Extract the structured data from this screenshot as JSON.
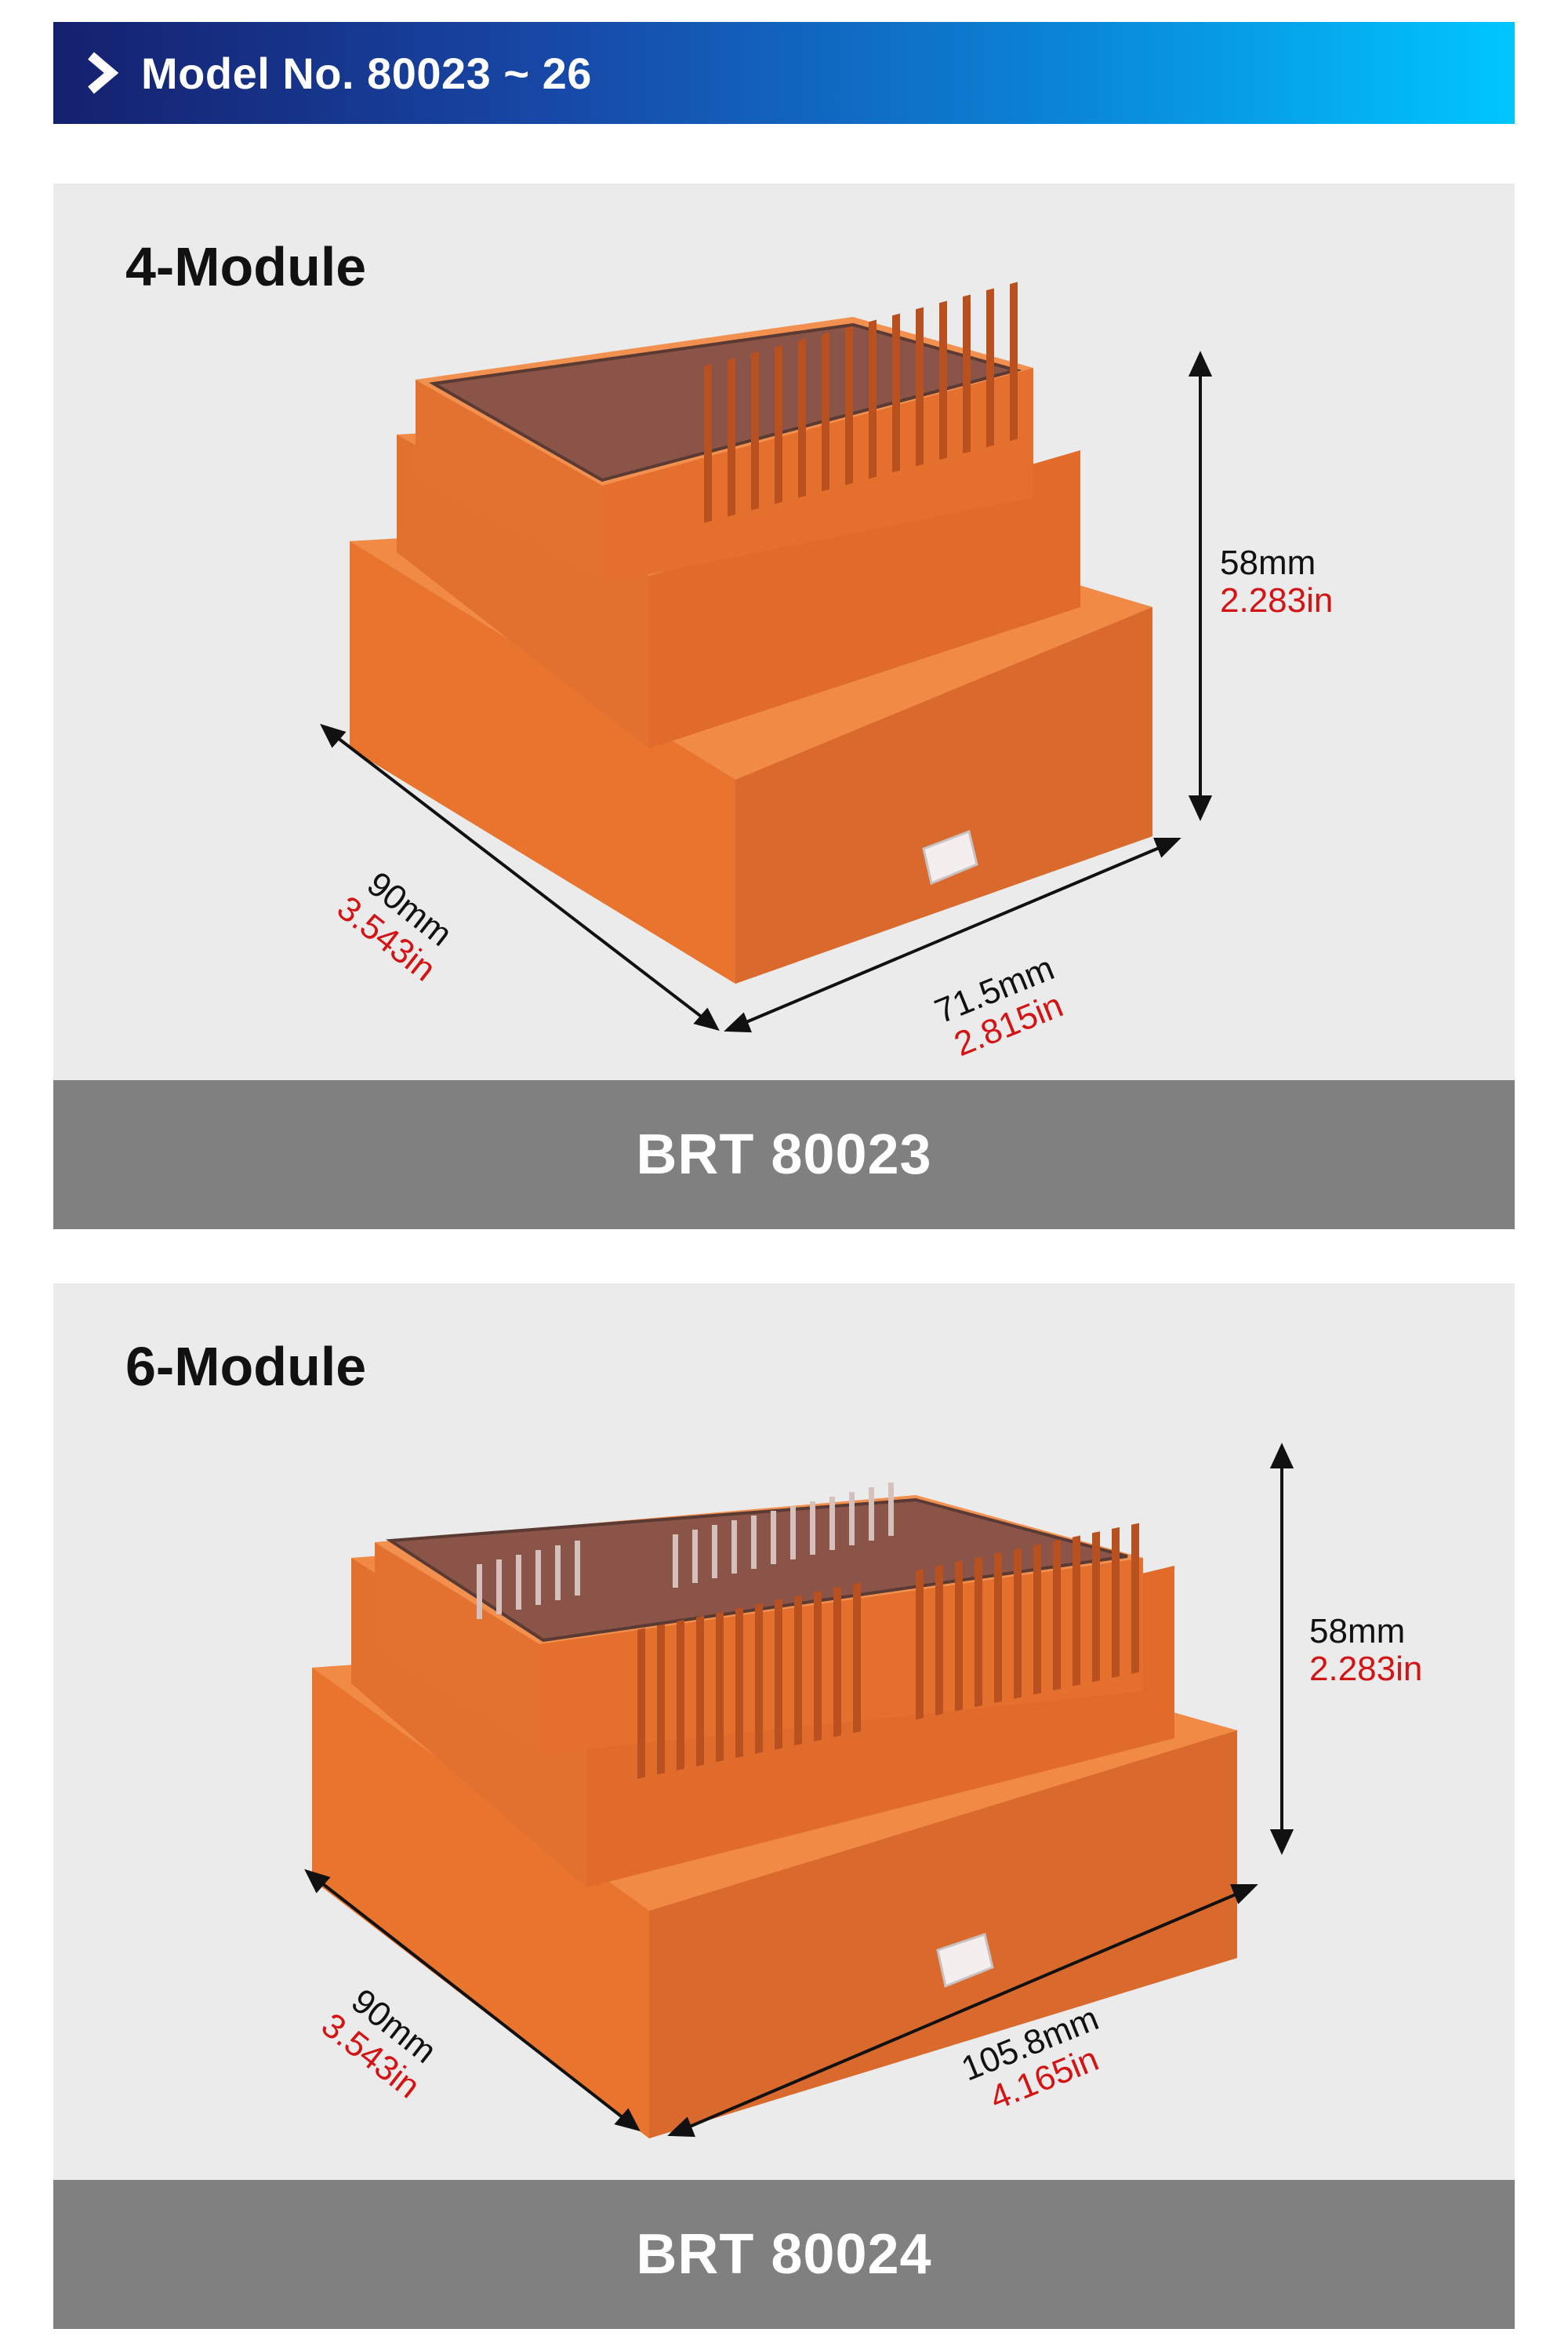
{
  "header": {
    "title": "Model No. 80023 ~ 26",
    "icon": "chevron-right-icon"
  },
  "colors": {
    "enclosure": "#e8742e",
    "dimension_metric": "#111111",
    "dimension_imperial": "#d41414",
    "footer": "#808080"
  },
  "products": [
    {
      "module_label": "4-Module",
      "dimensions": {
        "height": {
          "mm": "58mm",
          "in": "2.283in"
        },
        "depth": {
          "mm": "90mm",
          "in": "3.543in"
        },
        "width": {
          "mm": "71.5mm",
          "in": "2.815in"
        }
      },
      "model": "BRT 80023"
    },
    {
      "module_label": "6-Module",
      "dimensions": {
        "height": {
          "mm": "58mm",
          "in": "2.283in"
        },
        "depth": {
          "mm": "90mm",
          "in": "3.543in"
        },
        "width": {
          "mm": "105.8mm",
          "in": "4.165in"
        }
      },
      "model": "BRT 80024"
    }
  ]
}
